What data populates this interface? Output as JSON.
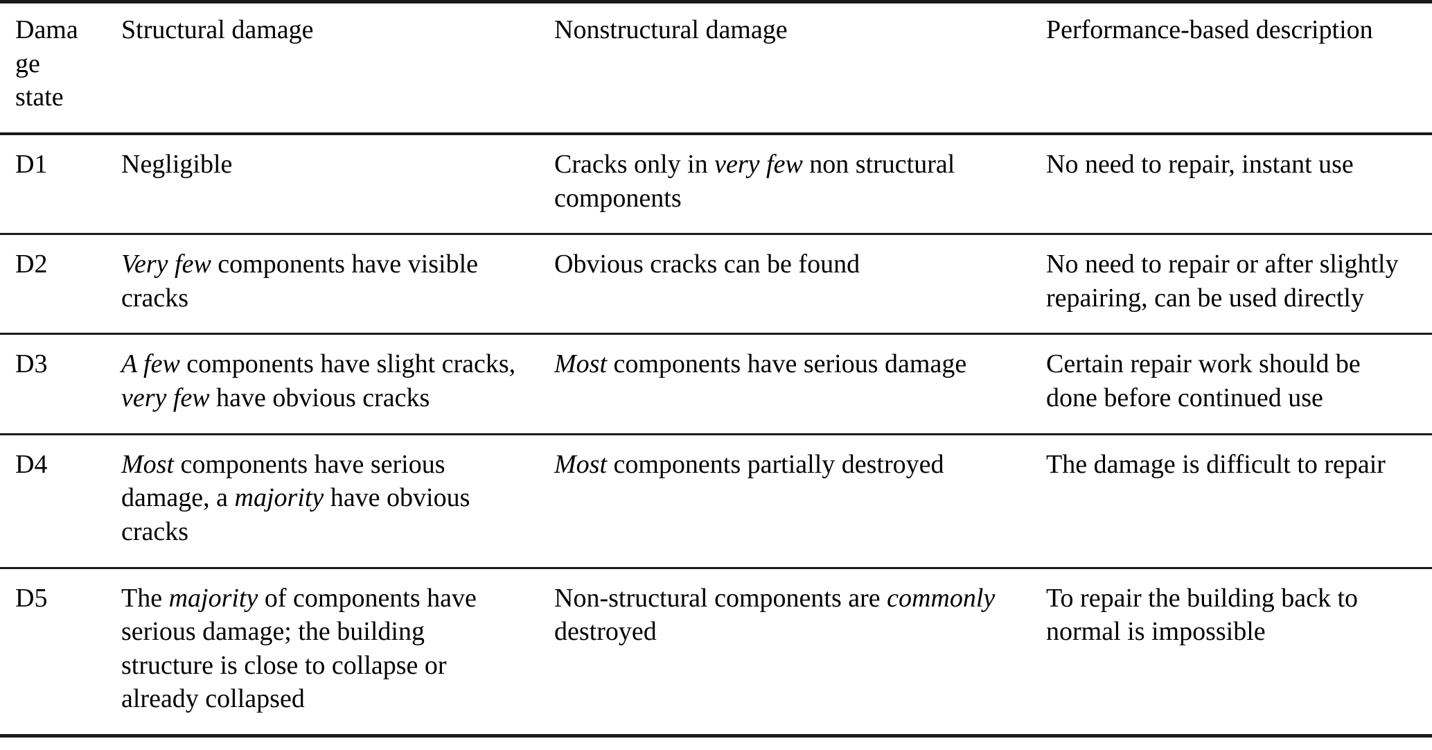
{
  "table": {
    "headers": [
      "Damage state",
      "Structural damage",
      "Nonstructural damage",
      "Performance-based description"
    ],
    "rows": [
      {
        "state": "D1",
        "structural": "Negligible",
        "structural_html": "Negligible",
        "nonstructural": "Cracks only in very few non structural components",
        "nonstructural_html": "Cracks only in <em>very few</em> non structural components",
        "performance": "No need to repair, instant use",
        "performance_html": "No need to repair, instant use"
      },
      {
        "state": "D2",
        "structural": "Very few components have visible cracks",
        "structural_html": "<em>Very few</em> components have visible cracks",
        "nonstructural": "Obvious cracks can be found",
        "nonstructural_html": "Obvious cracks can be found",
        "performance": "No need to repair or after slightly repairing, can be used directly",
        "performance_html": "No need to repair or after slightly repairing, can be used directly"
      },
      {
        "state": "D3",
        "structural": "A few components have slight cracks, very few have obvious cracks",
        "structural_html": "<em>A few</em> components have slight cracks, <em>very few</em> have obvious cracks",
        "nonstructural": "Most components have serious damage",
        "nonstructural_html": "<em>Most</em> components have serious damage",
        "performance": "Certain repair work should be done before continued use",
        "performance_html": "Certain repair work should be done before continued use"
      },
      {
        "state": "D4",
        "structural": "Most components have serious damage, a majority have obvious cracks",
        "structural_html": "<em>Most</em> components have serious damage, a <em>majority</em> have obvious cracks",
        "nonstructural": "Most components partially destroyed",
        "nonstructural_html": "<em>Most</em> components partially destroyed",
        "performance": "The damage is difficult to repair",
        "performance_html": "The damage is difficult to repair"
      },
      {
        "state": "D5",
        "structural": "The majority of components have serious damage; the building structure is close to collapse or already collapsed",
        "structural_html": "The <em>majority</em> of components have serious damage; the building structure is close to collapse or already collapsed",
        "nonstructural": "Non-structural components are commonly destroyed",
        "nonstructural_html": "Non-structural components are <em>commonly</em> destroyed",
        "performance": "To repair the building back to normal is impossible",
        "performance_html": "To repair the building back to normal is impossible"
      }
    ]
  }
}
